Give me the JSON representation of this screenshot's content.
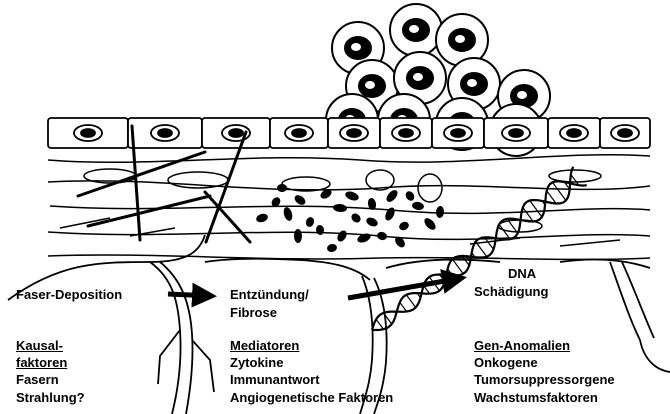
{
  "labels": {
    "faser_deposition": "Faser-Deposition",
    "entzuendung": "Entzündung/",
    "fibrose": "Fibrose",
    "dna": "DNA",
    "schaedigung": "Schädigung"
  },
  "columns": [
    {
      "heading": [
        "Kausal-",
        "faktoren"
      ],
      "items": [
        "Fasern",
        "Strahlung?"
      ]
    },
    {
      "heading": [
        "Mediatoren"
      ],
      "items": [
        "Zytokine",
        "Immunantwort",
        "Angiogenetische Faktoren"
      ]
    },
    {
      "heading": [
        "Gen-Anomalien"
      ],
      "items": [
        "Onkogene",
        "Tumorsuppressorgene",
        "Wachstumsfaktoren"
      ]
    }
  ]
}
